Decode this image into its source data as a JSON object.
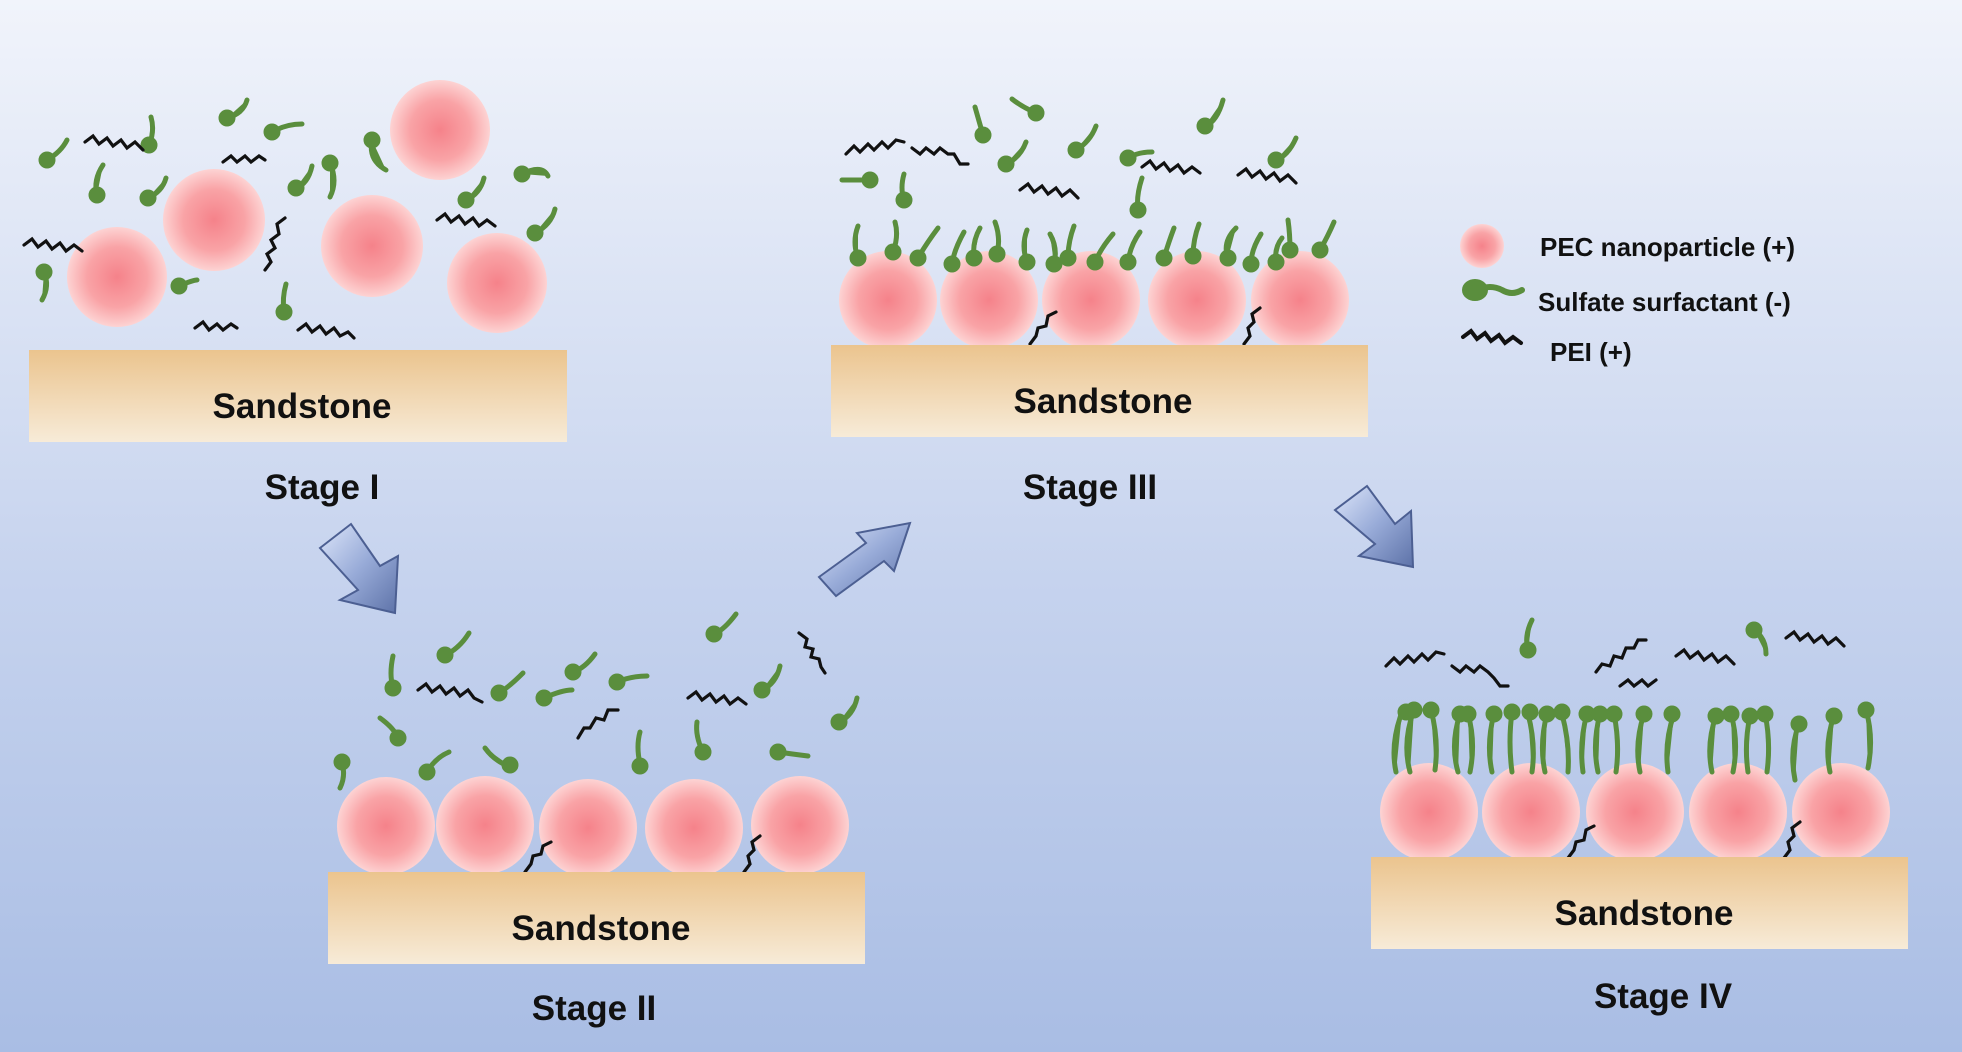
{
  "substrate_label": "Sandstone",
  "stages": [
    {
      "label": "Stage I"
    },
    {
      "label": "Stage II"
    },
    {
      "label": "Stage III"
    },
    {
      "label": "Stage IV"
    }
  ],
  "legend": {
    "items": [
      {
        "icon": "nanoparticle-icon",
        "label": "PEC nanoparticle (+)"
      },
      {
        "icon": "surfactant-icon",
        "label": "Sulfate surfactant (-)"
      },
      {
        "icon": "polymer-icon",
        "label": "PEI (+)"
      }
    ]
  },
  "colors": {
    "background_top": "#f1f4fb",
    "background_bottom": "#a9bde4",
    "nanoparticle_center": "#f5828a",
    "nanoparticle_edge": "#fdd3d3",
    "surfactant": "#5a8e3d",
    "polymer": "#111111",
    "sandstone_top": "#ebc48e",
    "sandstone_bottom": "#f7ebd8",
    "arrow": "#98abd8"
  }
}
